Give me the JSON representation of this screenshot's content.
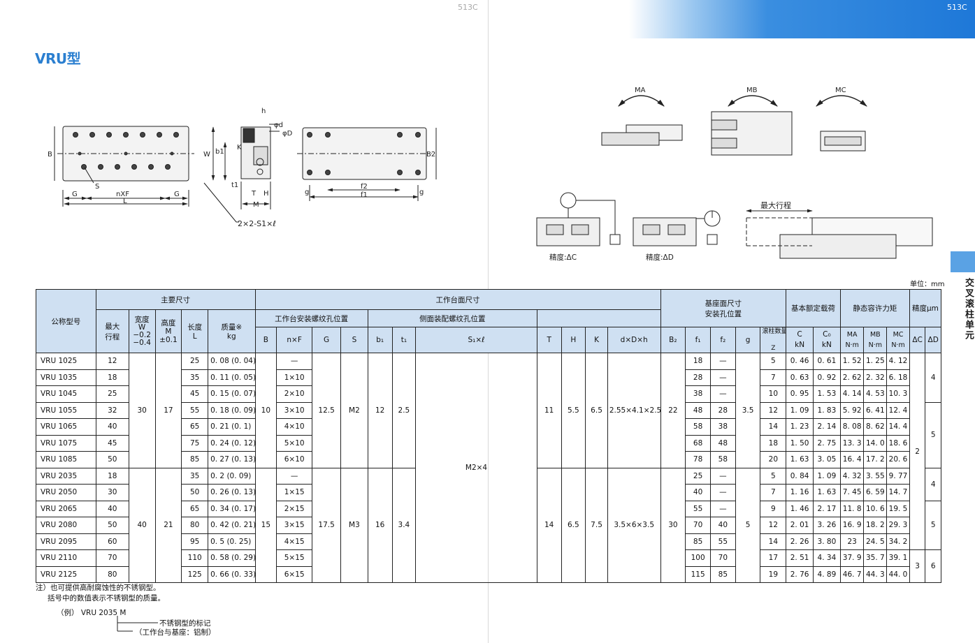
{
  "page_left": "513C",
  "page_right": "513C",
  "title": "VRU型",
  "side_title": "交叉滚柱单元",
  "unit": "单位：mm",
  "drawings": {
    "labels_left": [
      "B",
      "S",
      "nXF",
      "G",
      "G",
      "L"
    ],
    "labels_mid": [
      "h",
      "φd",
      "φD",
      "W",
      "b1",
      "K",
      "t1",
      "T",
      "H",
      "M"
    ],
    "labels_right": [
      "B2",
      "f2",
      "f1",
      "g",
      "g"
    ],
    "screw_label": "2×2-S1×ℓ",
    "moment_labels": [
      "MA",
      "MB",
      "MC"
    ],
    "accuracy_c": "精度:ΔC",
    "accuracy_d": "精度:ΔD",
    "max_stroke": "最大行程"
  },
  "table": {
    "header": {
      "model": "公称型号",
      "main_dims": "主要尺寸",
      "table_surface": "工作台面尺寸",
      "base_surface": "基座面尺寸",
      "base_mount": "安装孔位置",
      "rated_load": "基本额定载荷",
      "static_moment": "静态容许力矩",
      "accuracy": "精度μm",
      "stroke_1": "最大",
      "stroke_2": "行程",
      "width_1": "宽度",
      "width_2": "W",
      "width_3": "−0.2",
      "width_4": "−0.4",
      "height_1": "高度",
      "height_2": "M",
      "height_3": "±0.1",
      "length_1": "长度",
      "length_2": "L",
      "mass_1": "质量※",
      "mass_2": "kg",
      "table_mount": "工作台安装螺纹孔位置",
      "side_mount": "侧面装配螺纹孔位置",
      "rollers": "滚柱数量",
      "col_B": "B",
      "col_nF": "n×F",
      "col_G": "G",
      "col_S": "S",
      "col_b1": "b₁",
      "col_t1": "t₁",
      "col_Sl": "S₁×ℓ",
      "col_T": "T",
      "col_H": "H",
      "col_K": "K",
      "col_dDh": "d×D×h",
      "col_B2": "B₂",
      "col_f1": "f₁",
      "col_f2": "f₂",
      "col_g": "g",
      "col_Z": "Z",
      "col_C": "C",
      "col_C0": "C₀",
      "col_MA": "MA",
      "col_MB": "MB",
      "col_MC": "MC",
      "unit_kN": "kN",
      "unit_Nm": "N·m",
      "col_dC": "ΔC",
      "col_dD": "ΔD"
    },
    "group1": {
      "W": "30",
      "M": "17",
      "B": "10",
      "G": "12.5",
      "S": "M2",
      "b1": "12",
      "t1": "2.5",
      "T": "11",
      "H": "5.5",
      "K": "6.5",
      "dDh": "2.55×4.1×2.5",
      "B2": "22",
      "g": "3.5"
    },
    "group2": {
      "W": "40",
      "M": "21",
      "B": "15",
      "G": "17.5",
      "S": "M3",
      "b1": "16",
      "t1": "3.4",
      "T": "14",
      "H": "6.5",
      "K": "7.5",
      "dDh": "3.5×6×3.5",
      "B2": "30",
      "g": "5"
    },
    "side_screw": "M2×4",
    "acc": {
      "dC_a": "2",
      "dC_b": "3",
      "dD_1": "4",
      "dD_2": "5",
      "dD_3": "4",
      "dD_4": "5",
      "dD_5": "6"
    },
    "rows": [
      {
        "model": "VRU 1025",
        "stroke": "12",
        "L": "25",
        "mass": "0. 08 (0. 04)",
        "nF": "—",
        "f1": "18",
        "f2": "—",
        "Z": "5",
        "C": "0. 46",
        "C0": "0. 61",
        "MA": "1. 52",
        "MB": "1. 25",
        "MC": "4. 12"
      },
      {
        "model": "VRU 1035",
        "stroke": "18",
        "L": "35",
        "mass": "0. 11 (0. 05)",
        "nF": "1×10",
        "f1": "28",
        "f2": "—",
        "Z": "7",
        "C": "0. 63",
        "C0": "0. 92",
        "MA": "2. 62",
        "MB": "2. 32",
        "MC": "6. 18"
      },
      {
        "model": "VRU 1045",
        "stroke": "25",
        "L": "45",
        "mass": "0. 15 (0. 07)",
        "nF": "2×10",
        "f1": "38",
        "f2": "—",
        "Z": "10",
        "C": "0. 95",
        "C0": "1. 53",
        "MA": "4. 14",
        "MB": "4. 53",
        "MC": "10. 3"
      },
      {
        "model": "VRU 1055",
        "stroke": "32",
        "L": "55",
        "mass": "0. 18 (0. 09)",
        "nF": "3×10",
        "f1": "48",
        "f2": "28",
        "Z": "12",
        "C": "1. 09",
        "C0": "1. 83",
        "MA": "5. 92",
        "MB": "6. 41",
        "MC": "12. 4"
      },
      {
        "model": "VRU 1065",
        "stroke": "40",
        "L": "65",
        "mass": "0. 21 (0. 1)",
        "nF": "4×10",
        "f1": "58",
        "f2": "38",
        "Z": "14",
        "C": "1. 23",
        "C0": "2. 14",
        "MA": "8. 08",
        "MB": "8. 62",
        "MC": "14. 4"
      },
      {
        "model": "VRU 1075",
        "stroke": "45",
        "L": "75",
        "mass": "0. 24 (0. 12)",
        "nF": "5×10",
        "f1": "68",
        "f2": "48",
        "Z": "18",
        "C": "1. 50",
        "C0": "2. 75",
        "MA": "13. 3",
        "MB": "14. 0",
        "MC": "18. 6"
      },
      {
        "model": "VRU 1085",
        "stroke": "50",
        "L": "85",
        "mass": "0. 27 (0. 13)",
        "nF": "6×10",
        "f1": "78",
        "f2": "58",
        "Z": "20",
        "C": "1. 63",
        "C0": "3. 05",
        "MA": "16. 4",
        "MB": "17. 2",
        "MC": "20. 6"
      },
      {
        "model": "VRU 2035",
        "stroke": "18",
        "L": "35",
        "mass": "0. 2 (0. 09)",
        "nF": "—",
        "f1": "25",
        "f2": "—",
        "Z": "5",
        "C": "0. 84",
        "C0": "1. 09",
        "MA": "4. 32",
        "MB": "3. 55",
        "MC": "9. 77"
      },
      {
        "model": "VRU 2050",
        "stroke": "30",
        "L": "50",
        "mass": "0. 26 (0. 13)",
        "nF": "1×15",
        "f1": "40",
        "f2": "—",
        "Z": "7",
        "C": "1. 16",
        "C0": "1. 63",
        "MA": "7. 45",
        "MB": "6. 59",
        "MC": "14. 7"
      },
      {
        "model": "VRU 2065",
        "stroke": "40",
        "L": "65",
        "mass": "0. 34 (0. 17)",
        "nF": "2×15",
        "f1": "55",
        "f2": "—",
        "Z": "9",
        "C": "1. 46",
        "C0": "2. 17",
        "MA": "11. 8",
        "MB": "10. 6",
        "MC": "19. 5"
      },
      {
        "model": "VRU 2080",
        "stroke": "50",
        "L": "80",
        "mass": "0. 42 (0. 21)",
        "nF": "3×15",
        "f1": "70",
        "f2": "40",
        "Z": "12",
        "C": "2. 01",
        "C0": "3. 26",
        "MA": "16. 9",
        "MB": "18. 2",
        "MC": "29. 3"
      },
      {
        "model": "VRU 2095",
        "stroke": "60",
        "L": "95",
        "mass": "0. 5 (0. 25)",
        "nF": "4×15",
        "f1": "85",
        "f2": "55",
        "Z": "14",
        "C": "2. 26",
        "C0": "3. 80",
        "MA": "23",
        "MB": "24. 5",
        "MC": "34. 2"
      },
      {
        "model": "VRU 2110",
        "stroke": "70",
        "L": "110",
        "mass": "0. 58 (0. 29)",
        "nF": "5×15",
        "f1": "100",
        "f2": "70",
        "Z": "17",
        "C": "2. 51",
        "C0": "4. 34",
        "MA": "37. 9",
        "MB": "35. 7",
        "MC": "39. 1"
      },
      {
        "model": "VRU 2125",
        "stroke": "80",
        "L": "125",
        "mass": "0. 66 (0. 33)",
        "nF": "6×15",
        "f1": "115",
        "f2": "85",
        "Z": "19",
        "C": "2. 76",
        "C0": "4. 89",
        "MA": "46. 7",
        "MB": "44. 3",
        "MC": "44. 0"
      }
    ]
  },
  "notes": {
    "n1": "注）也可提供高耐腐蚀性的不锈钢型。",
    "n2": "括号中的数值表示不锈钢型的质量。",
    "example": "（例） VRU 2035 M",
    "ex_label1": "不锈钢型的标记",
    "ex_label2": "（工作台与基座：铝制）"
  }
}
